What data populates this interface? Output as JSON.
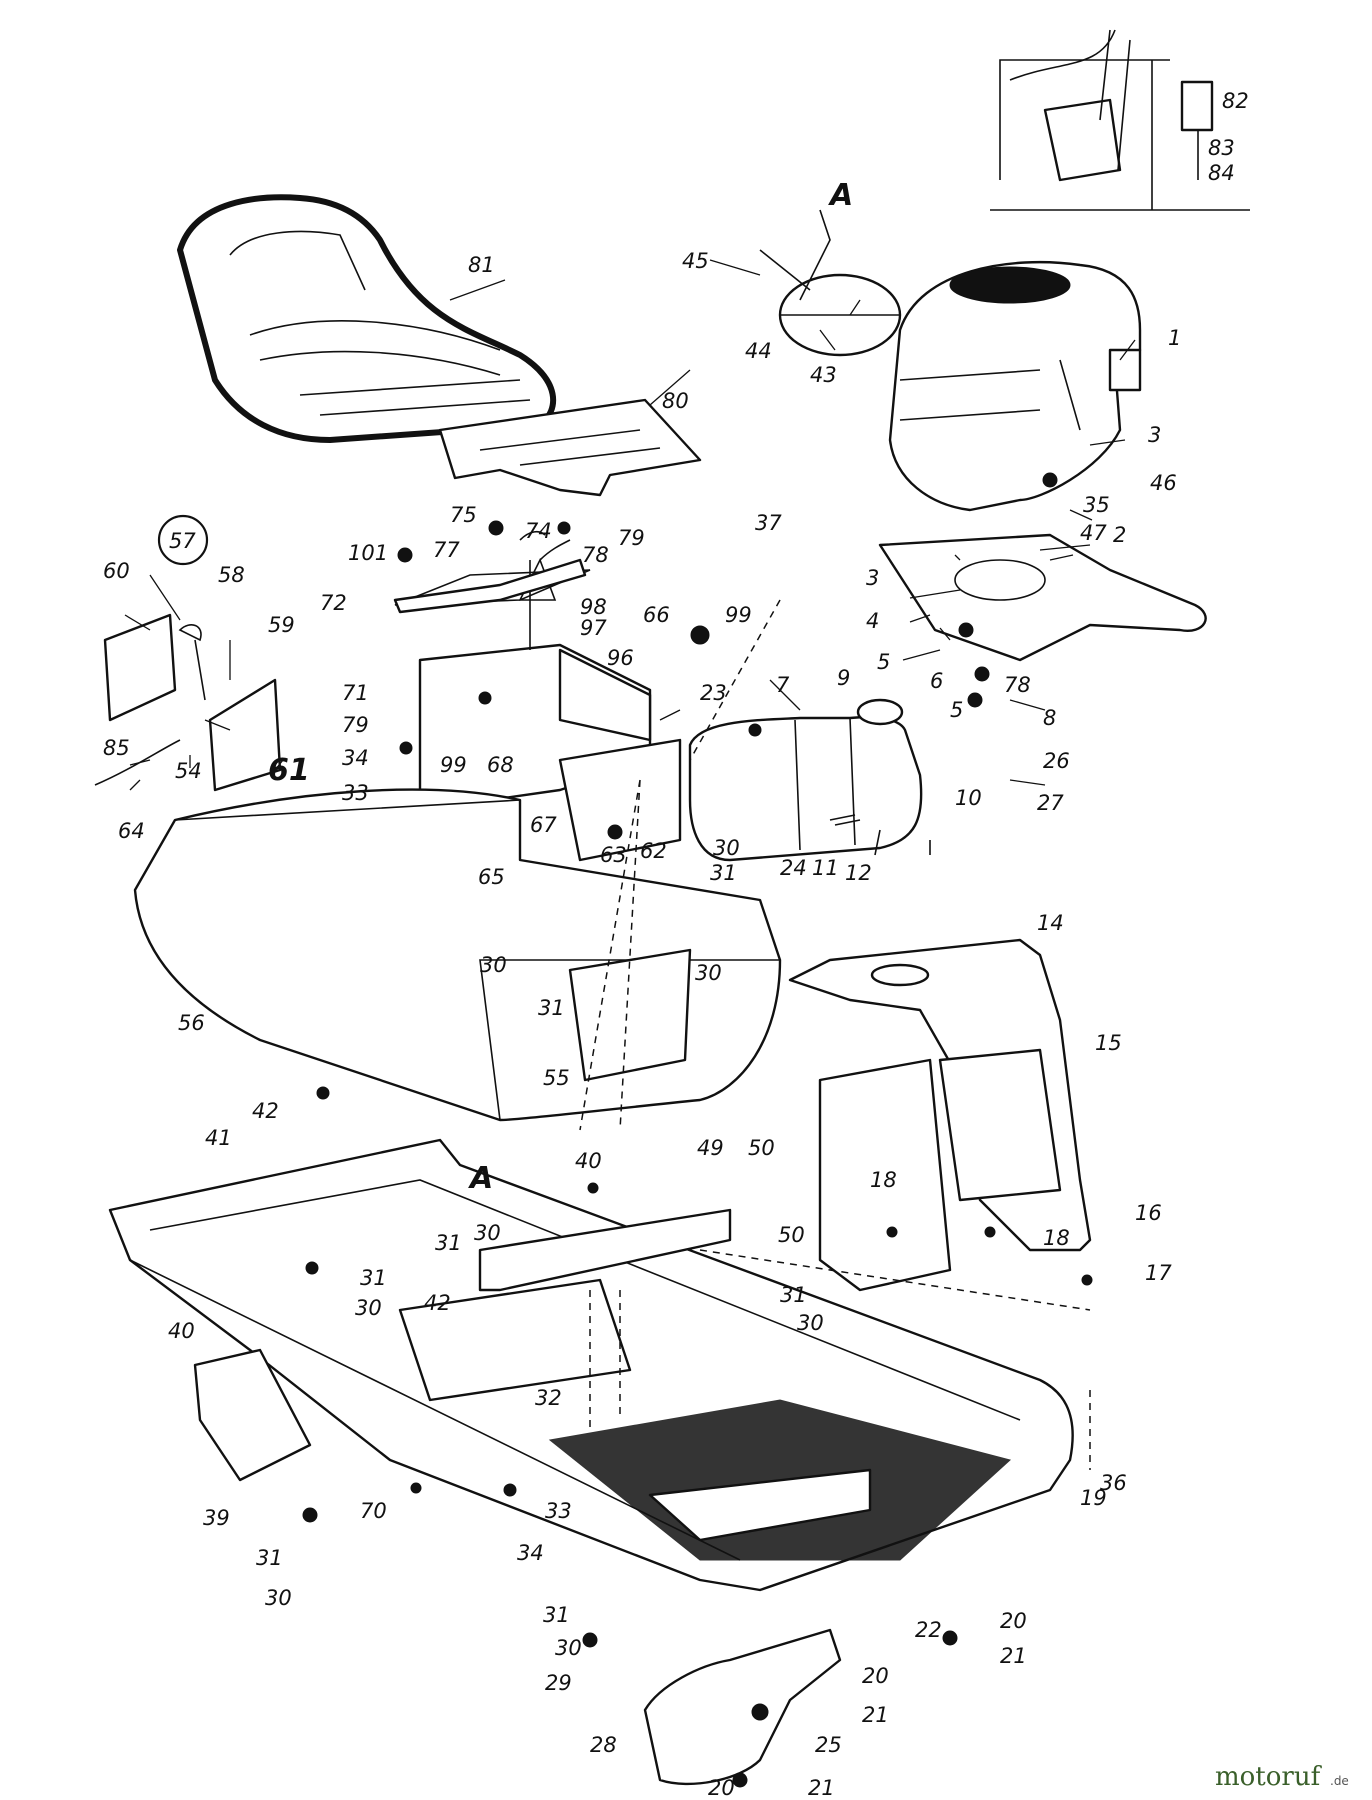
{
  "labels": [
    {
      "id": "1",
      "text": "1"
    },
    {
      "id": "2",
      "text": "2"
    },
    {
      "id": "3a",
      "text": "3"
    },
    {
      "id": "3b",
      "text": "3"
    },
    {
      "id": "4",
      "text": "4"
    },
    {
      "id": "5a",
      "text": "5"
    },
    {
      "id": "5b",
      "text": "5"
    },
    {
      "id": "6",
      "text": "6"
    },
    {
      "id": "7",
      "text": "7"
    },
    {
      "id": "8",
      "text": "8"
    },
    {
      "id": "9",
      "text": "9"
    },
    {
      "id": "10",
      "text": "10"
    },
    {
      "id": "11",
      "text": "11"
    },
    {
      "id": "12",
      "text": "12"
    },
    {
      "id": "14",
      "text": "14"
    },
    {
      "id": "15",
      "text": "15"
    },
    {
      "id": "16",
      "text": "16"
    },
    {
      "id": "17",
      "text": "17"
    },
    {
      "id": "18a",
      "text": "18"
    },
    {
      "id": "18b",
      "text": "18"
    },
    {
      "id": "19",
      "text": "19"
    },
    {
      "id": "20a",
      "text": "20"
    },
    {
      "id": "20b",
      "text": "20"
    },
    {
      "id": "20c",
      "text": "20"
    },
    {
      "id": "21a",
      "text": "21"
    },
    {
      "id": "21b",
      "text": "21"
    },
    {
      "id": "21c",
      "text": "21"
    },
    {
      "id": "22",
      "text": "22"
    },
    {
      "id": "23",
      "text": "23"
    },
    {
      "id": "24",
      "text": "24"
    },
    {
      "id": "25",
      "text": "25"
    },
    {
      "id": "26",
      "text": "26"
    },
    {
      "id": "27",
      "text": "27"
    },
    {
      "id": "28",
      "text": "28"
    },
    {
      "id": "29",
      "text": "29"
    },
    {
      "id": "30a",
      "text": "30"
    },
    {
      "id": "30b",
      "text": "30"
    },
    {
      "id": "30c",
      "text": "30"
    },
    {
      "id": "30d",
      "text": "30"
    },
    {
      "id": "30e",
      "text": "30"
    },
    {
      "id": "30f",
      "text": "30"
    },
    {
      "id": "30g",
      "text": "30"
    },
    {
      "id": "30h",
      "text": "30"
    },
    {
      "id": "31a",
      "text": "31"
    },
    {
      "id": "31b",
      "text": "31"
    },
    {
      "id": "31c",
      "text": "31"
    },
    {
      "id": "31d",
      "text": "31"
    },
    {
      "id": "31e",
      "text": "31"
    },
    {
      "id": "31f",
      "text": "31"
    },
    {
      "id": "31g",
      "text": "31"
    },
    {
      "id": "32",
      "text": "32"
    },
    {
      "id": "33a",
      "text": "33"
    },
    {
      "id": "33b",
      "text": "33"
    },
    {
      "id": "34a",
      "text": "34"
    },
    {
      "id": "34b",
      "text": "34"
    },
    {
      "id": "35",
      "text": "35"
    },
    {
      "id": "36",
      "text": "36"
    },
    {
      "id": "37",
      "text": "37"
    },
    {
      "id": "39",
      "text": "39"
    },
    {
      "id": "40a",
      "text": "40"
    },
    {
      "id": "40b",
      "text": "40"
    },
    {
      "id": "41",
      "text": "41"
    },
    {
      "id": "42a",
      "text": "42"
    },
    {
      "id": "42b",
      "text": "42"
    },
    {
      "id": "43",
      "text": "43"
    },
    {
      "id": "44",
      "text": "44"
    },
    {
      "id": "45",
      "text": "45"
    },
    {
      "id": "46",
      "text": "46"
    },
    {
      "id": "47",
      "text": "47"
    },
    {
      "id": "49",
      "text": "49"
    },
    {
      "id": "50a",
      "text": "50"
    },
    {
      "id": "50b",
      "text": "50"
    },
    {
      "id": "54",
      "text": "54"
    },
    {
      "id": "55",
      "text": "55"
    },
    {
      "id": "56",
      "text": "56"
    },
    {
      "id": "57",
      "text": "57"
    },
    {
      "id": "58",
      "text": "58"
    },
    {
      "id": "59",
      "text": "59"
    },
    {
      "id": "60",
      "text": "60"
    },
    {
      "id": "61",
      "text": "61"
    },
    {
      "id": "62",
      "text": "62"
    },
    {
      "id": "63",
      "text": "63"
    },
    {
      "id": "64",
      "text": "64"
    },
    {
      "id": "65",
      "text": "65"
    },
    {
      "id": "66",
      "text": "66"
    },
    {
      "id": "67",
      "text": "67"
    },
    {
      "id": "68",
      "text": "68"
    },
    {
      "id": "70",
      "text": "70"
    },
    {
      "id": "71",
      "text": "71"
    },
    {
      "id": "72",
      "text": "72"
    },
    {
      "id": "74",
      "text": "74"
    },
    {
      "id": "75",
      "text": "75"
    },
    {
      "id": "77",
      "text": "77"
    },
    {
      "id": "78a",
      "text": "78"
    },
    {
      "id": "78b",
      "text": "78"
    },
    {
      "id": "79a",
      "text": "79"
    },
    {
      "id": "79b",
      "text": "79"
    },
    {
      "id": "80",
      "text": "80"
    },
    {
      "id": "81",
      "text": "81"
    },
    {
      "id": "82",
      "text": "82"
    },
    {
      "id": "83",
      "text": "83"
    },
    {
      "id": "84",
      "text": "84"
    },
    {
      "id": "85",
      "text": "85"
    },
    {
      "id": "96",
      "text": "96"
    },
    {
      "id": "97",
      "text": "97"
    },
    {
      "id": "98",
      "text": "98"
    },
    {
      "id": "99a",
      "text": "99"
    },
    {
      "id": "99b",
      "text": "99"
    },
    {
      "id": "101",
      "text": "101"
    },
    {
      "id": "A1",
      "text": "A"
    },
    {
      "id": "A2",
      "text": "A"
    }
  ],
  "watermark": {
    "brand": "motoruf",
    "suffix": ".de"
  }
}
